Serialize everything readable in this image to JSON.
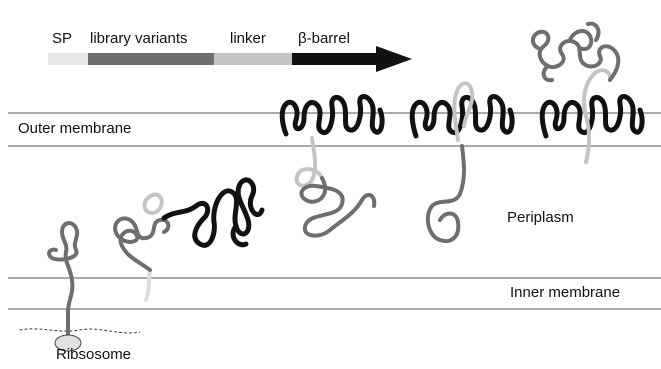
{
  "legend": {
    "items": [
      {
        "label": "SP",
        "color": "#e8e8e8"
      },
      {
        "label": "library variants",
        "color": "#6e6e6e"
      },
      {
        "label": "linker",
        "color": "#c4c4c4"
      },
      {
        "label": "β-barrel",
        "color": "#111111"
      }
    ]
  },
  "labels": {
    "outer_membrane": "Outer membrane",
    "inner_membrane": "Inner membrane",
    "periplasm": "Periplasm",
    "ribosome": "Ribsosome"
  },
  "colors": {
    "barrel": "#111111",
    "variants": "#6e6e6e",
    "linker": "#c4c4c4",
    "signal_peptide": "#e8e8e8",
    "membrane_line": "#555555",
    "ribosome_fill": "#e0e0e0"
  }
}
